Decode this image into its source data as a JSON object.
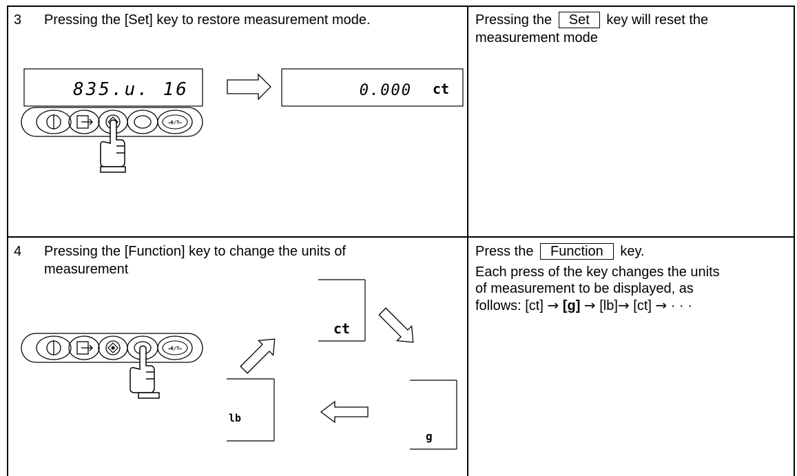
{
  "step3": {
    "number": "3",
    "heading": "Pressing the [Set] key to restore measurement mode.",
    "display_before": "835.u. 16",
    "display_after_value": "0.000",
    "display_after_unit": "ct",
    "note_prefix": "Pressing the",
    "note_key": "Set",
    "note_line1_suffix": "key will reset the",
    "note_line2": "measurement mode"
  },
  "step4": {
    "number": "4",
    "heading_line1": "Pressing the [Function] key to change the units of",
    "heading_line2": "measurement",
    "unit_ct": "ct",
    "unit_g": "g",
    "unit_lb": "lb",
    "note_prefix": "Press the",
    "note_key": "Function",
    "note_suffix": "key.",
    "desc_line1": "Each press of the key changes the units",
    "desc_line2": "of measurement to be displayed, as",
    "desc_line3_prefix": "follows: [ct]",
    "arrow": "→",
    "seq_g": "[g]",
    "seq_lb": "[lb]",
    "seq_ct": "[ct]",
    "ellipsis": "· · ·"
  },
  "keypad": {
    "key5_label": "→0/T←"
  }
}
